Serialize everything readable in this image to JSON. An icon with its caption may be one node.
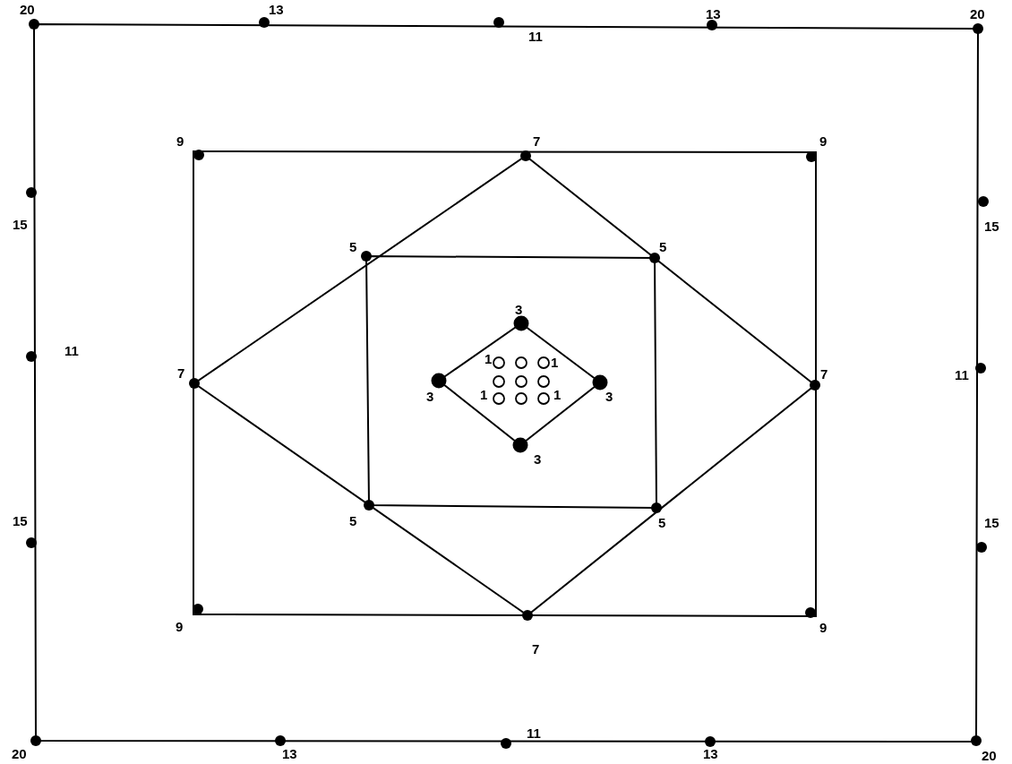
{
  "diagram": {
    "labels": [
      "20",
      "13",
      "13",
      "20",
      "11",
      "9",
      "7",
      "9",
      "15",
      "15",
      "5",
      "5",
      "3",
      "11",
      "1",
      "1",
      "7",
      "7",
      "11",
      "3",
      "1",
      "1",
      "3",
      "3",
      "15",
      "5",
      "5",
      "15",
      "9",
      "9",
      "7",
      "11",
      "20",
      "13",
      "13",
      "20"
    ]
  }
}
